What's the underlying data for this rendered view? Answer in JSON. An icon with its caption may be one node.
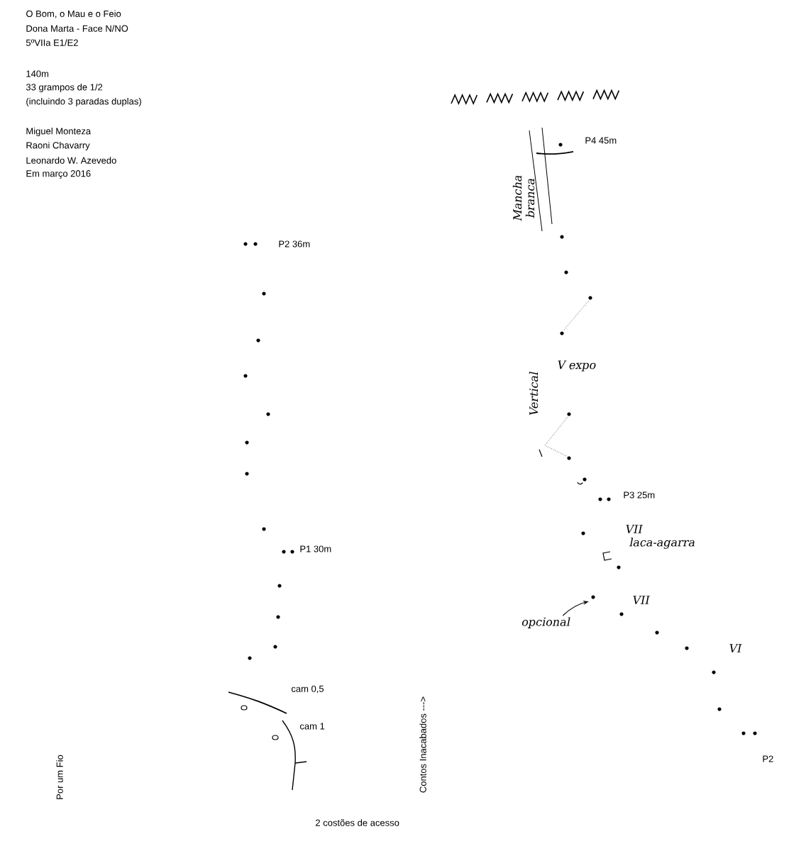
{
  "diagram": {
    "title": "O Bom, o Mau e o Feio",
    "nodes": [
      {
        "text": [
          "opcional"
        ]
      },
      {
        "text": [],
        "shape": "circle"
      }
    ],
    "edges": [
      {
        "from": 0,
        "to": 1,
        "arrow": "to"
      }
    ],
    "labels": [
      "Dona Marta - Face N/NO",
      "5ºVIIa E1/E2",
      "140m",
      "33 grampos de 1/2",
      "(incluindo 3 paradas duplas)",
      "Miguel Monteza",
      "Raoni Chavarry",
      "Leonardo W. Azevedo",
      "Em março 2016",
      "P4 45m",
      "Mancha branca",
      "P2 36m",
      "Vertical",
      "V expo",
      "P3 25m",
      "VII",
      "laca-agarra",
      "P1 30m",
      "VII",
      "VI",
      "cam 0,5",
      "cam 1",
      "P2",
      "Por um Fio",
      "Contos Inacabados --->",
      "2 costões de acesso"
    ]
  }
}
